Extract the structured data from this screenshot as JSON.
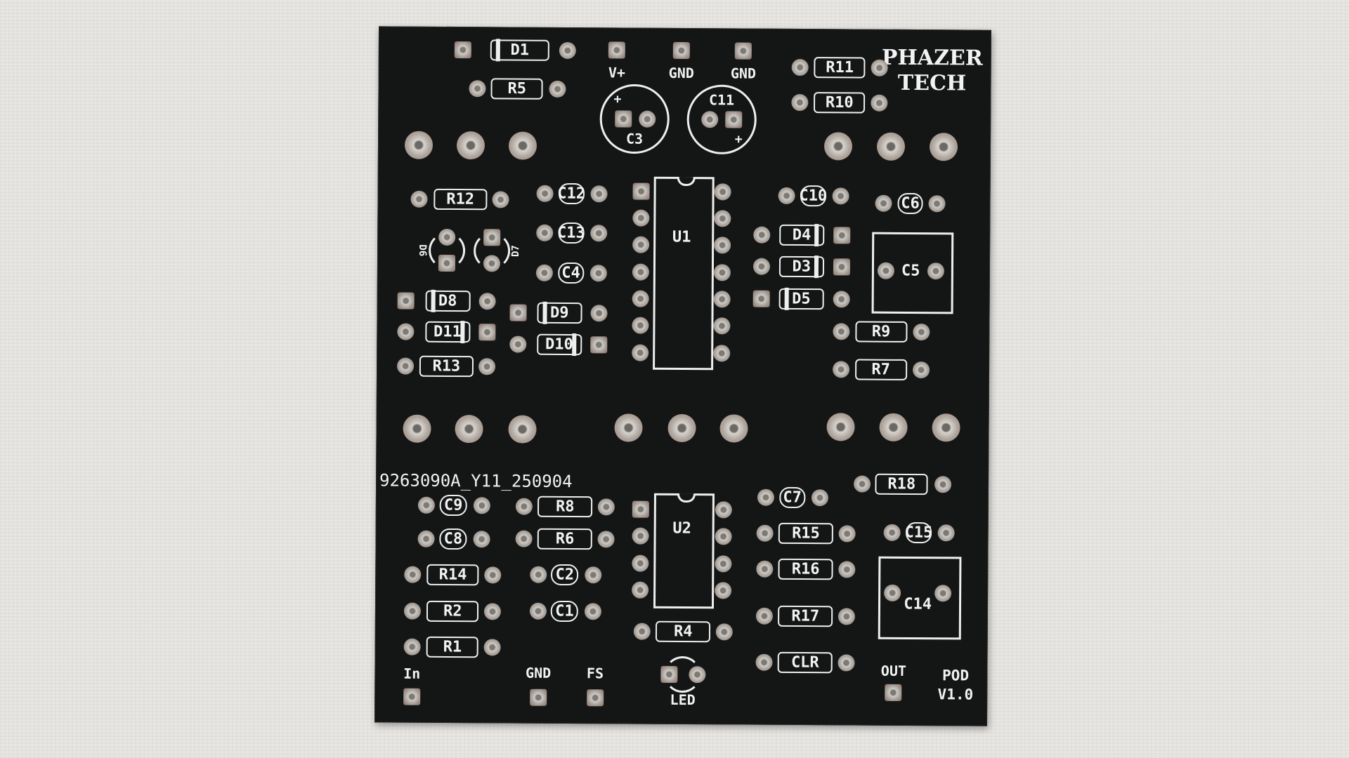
{
  "logo": {
    "line1": "PHAZER",
    "line2": "TECH"
  },
  "serial": "9263090A_Y11_250904",
  "version": {
    "name": "POD",
    "rev": "V1.0"
  },
  "resistors": [
    "R5",
    "R12",
    "R13",
    "R11",
    "R10",
    "R9",
    "R7",
    "R18",
    "R8",
    "R6",
    "R14",
    "R2",
    "R1",
    "R15",
    "R16",
    "R17",
    "CLR",
    "R4"
  ],
  "capacitors": [
    "C12",
    "C13",
    "C4",
    "C10",
    "C6",
    "C9",
    "C8",
    "C2",
    "C1",
    "C7",
    "C15"
  ],
  "diodes": [
    "D1",
    "D8",
    "D11",
    "D9",
    "D10",
    "D4",
    "D3",
    "D5"
  ],
  "ics": [
    "U1",
    "U2"
  ],
  "electrolytics": [
    "C3",
    "C11"
  ],
  "box_caps": [
    "C5",
    "C14"
  ],
  "transistors": [
    "D6",
    "D7"
  ],
  "connectors": [
    "V+",
    "GND",
    "GND",
    "In",
    "GND",
    "FS",
    "OUT",
    "LED"
  ],
  "polarity": "+"
}
